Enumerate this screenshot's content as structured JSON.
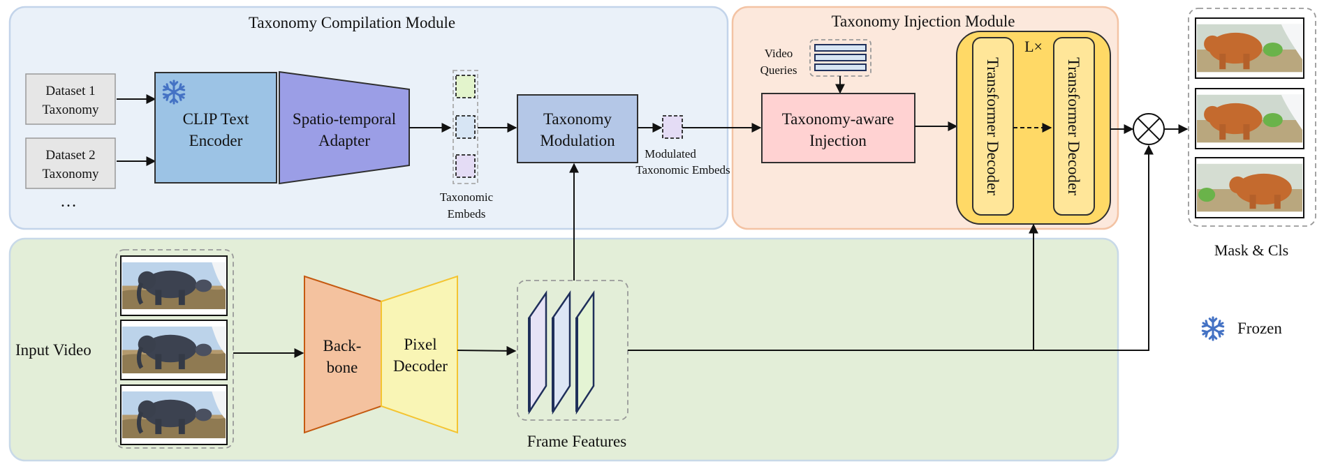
{
  "modules": {
    "compilation_title": "Taxonomy Compilation  Module",
    "injection_title": "Taxonomy Injection  Module"
  },
  "datasets": [
    {
      "line1": "Dataset 1",
      "line2": "Taxonomy"
    },
    {
      "line1": "Dataset 2",
      "line2": "Taxonomy"
    }
  ],
  "datasets_more": "…",
  "clip_encoder": {
    "line1": "CLIP Text",
    "line2": "Encoder"
  },
  "adapter": {
    "line1": "Spatio-temporal",
    "line2": "Adapter"
  },
  "taxonomic_embeds": {
    "line1": "Taxonomic",
    "line2": "Embeds"
  },
  "modulation": {
    "line1": "Taxonomy",
    "line2": "Modulation"
  },
  "modulated_embeds": {
    "line1": "Modulated",
    "line2": "Taxonomic Embeds"
  },
  "video_queries": {
    "line1": "Video",
    "line2": "Queries"
  },
  "injection": {
    "line1": "Taxonomy-aware",
    "line2": "Injection"
  },
  "decoder": {
    "repeat": "L×",
    "label": "Transformer Decoder"
  },
  "output": {
    "label": "Mask & Cls"
  },
  "input_video": "Input Video",
  "backbone": {
    "line1": "Back-",
    "line2": "bone"
  },
  "pixel_decoder": {
    "line1": "Pixel",
    "line2": "Decoder"
  },
  "frame_features": "Frame Features",
  "legend": {
    "frozen": "Frozen"
  },
  "colors": {
    "compilation_bg": "#eaf1f9",
    "injection_bg": "#fce8dc",
    "video_bg": "#e3eed8",
    "clip": "#9cc3e5",
    "adapter": "#9b9ee6",
    "modulation": "#b4c7e7",
    "injection_box": "#ffd2d2",
    "decoder_outer": "#ffd966",
    "decoder_inner": "#ffe699",
    "backbone": "#f4c29f",
    "pixel_decoder": "#f9f5b5",
    "snowflake": "#4472c4"
  },
  "icons": [
    "snowflake-icon",
    "multiply-circle-icon",
    "elephant-frame-icon",
    "segmented-mask-icon"
  ]
}
